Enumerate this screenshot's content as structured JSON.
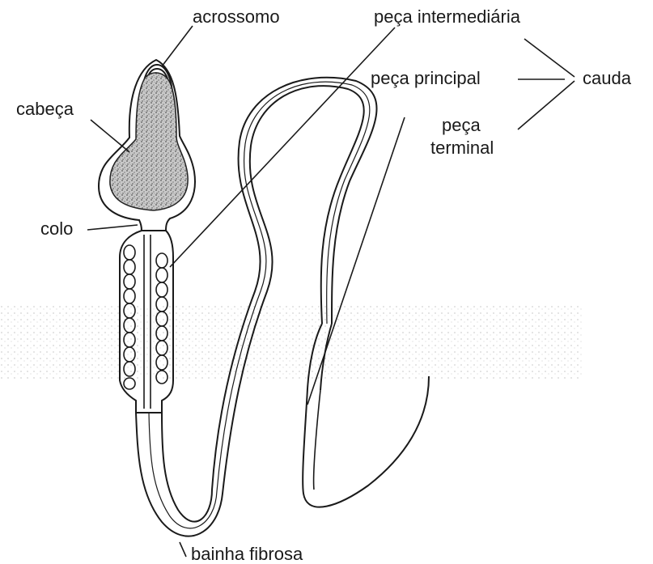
{
  "labels": {
    "acrossomo": "acrossomo",
    "peca_intermediaria": "peça intermediária",
    "peca_principal": "peça principal",
    "cauda": "cauda",
    "cabeca": "cabeça",
    "peca_terminal_line1": "peça",
    "peca_terminal_line2": "terminal",
    "colo": "colo",
    "bainha_fibrosa": "bainha fibrosa"
  }
}
